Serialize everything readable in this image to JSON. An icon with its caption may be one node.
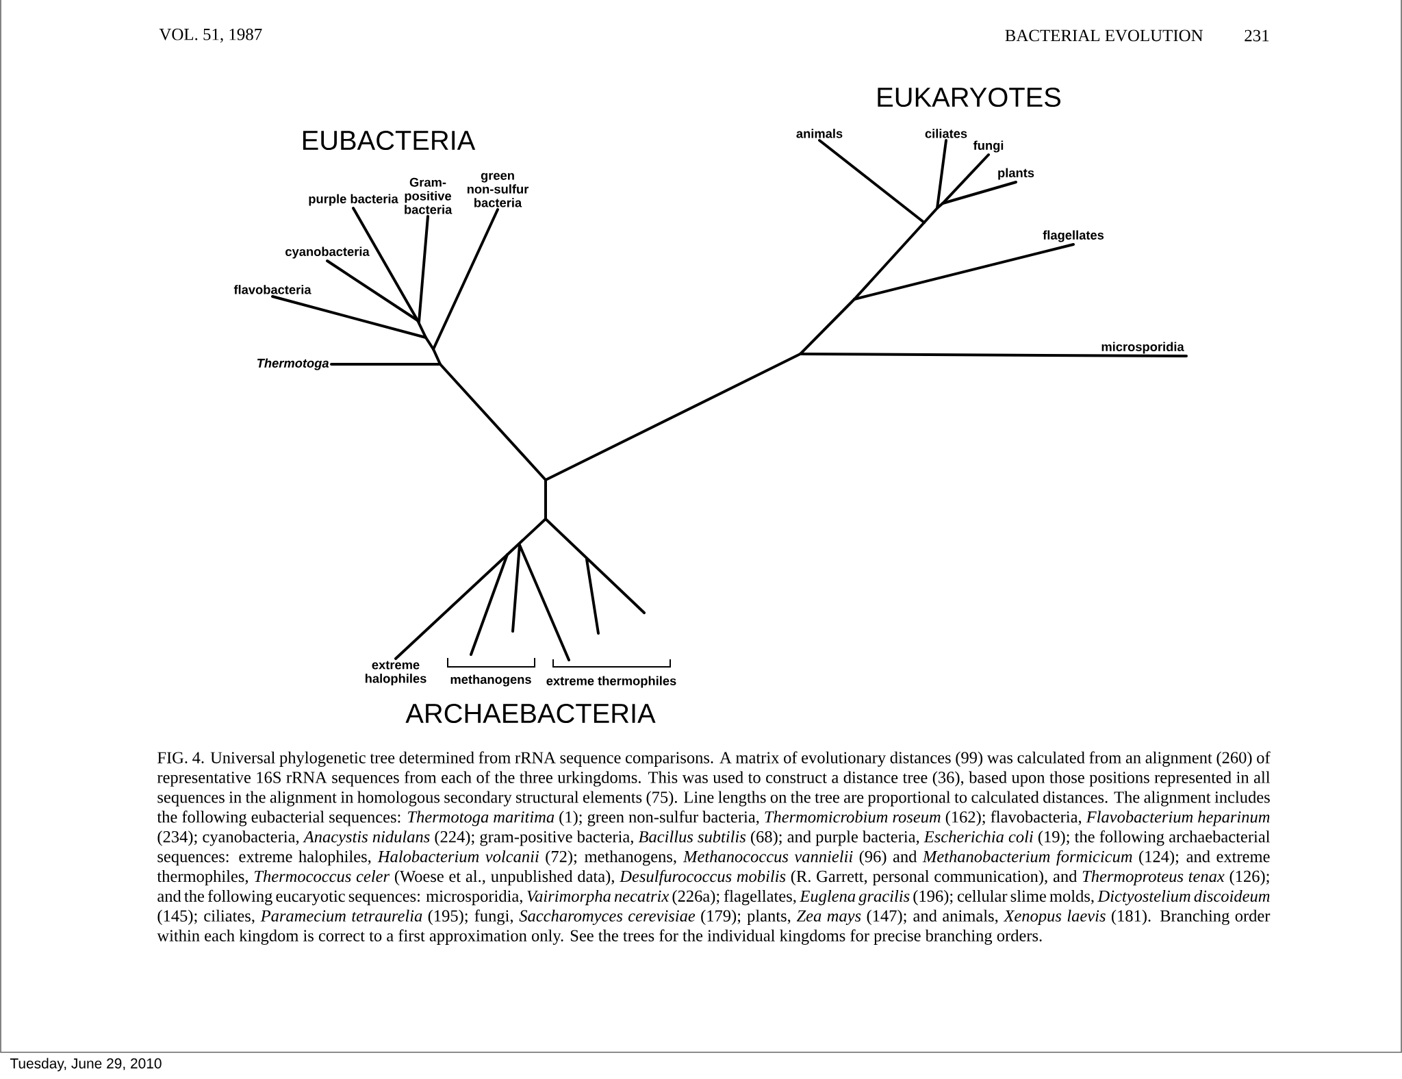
{
  "diagram": {
    "caption": "FIG. 4. Universal phylogenetic tree determined from rRNA sequence comparisons. A matrix of evolutionary distances (99) was calculated from an alignment (260) of representative 16S rRNA sequences from each of the three urkingdoms. This was used to construct a distance tree (36), based upon those positions represented in all sequences in the alignment in homologous secondary structural elements (75). Line lengths on the tree are proportional to calculated distances. The alignment includes the following eubacterial sequences: *Thermotoga maritima* (1); green non-sulfur bacteria, *Thermomicrobium roseum* (162); flavobacteria, *Flavobacterium heparinum* (234); cyanobacteria, *Anacystis nidulans* (224); gram-positive bacteria, *Bacillus subtilis* (68); and purple bacteria, *Escherichia coli* (19); the following archaebacterial sequences: extreme halophiles, *Halobacterium volcanii* (72); methanogens, *Methanococcus vannielii* (96) and *Methanobacterium formicicum* (124); and extreme thermophiles, *Thermococcus celer* (Woese et al., unpublished data), *Desulfurococcus mobilis* (R. Garrett, personal communication), and *Thermoproteus tenax* (126); and the following eucaryotic sequences: microsporidia, *Vairimorpha necatrix* (226a); flagellates, *Euglena gracilis* (196); cellular slime molds, *Dictyostelium discoideum* (145); ciliates, *Paramecium tetraurelia* (195); fungi, *Saccharomyces cerevisiae* (179); plants, *Zea mays* (147); and animals, *Xenopus laevis* (181). Branching order within each kingdom is correct to a first approximation only. See the trees for the individual kingdoms for precise branching orders.",
    "nodes": [
      {
        "text": [
          "Thermotoga"
        ]
      },
      {
        "text": [
          "flavobacteria"
        ]
      },
      {
        "text": [
          "cyanobacteria"
        ]
      },
      {
        "text": [
          "purple bacteria"
        ]
      },
      {
        "text": [
          "Gram-positive bacteria"
        ]
      },
      {
        "text": [
          "green non-sulfur bacteria"
        ]
      },
      {
        "text": [
          "animals"
        ]
      },
      {
        "text": [
          "ciliates"
        ]
      },
      {
        "text": [
          "fungi"
        ]
      },
      {
        "text": [
          "plants"
        ]
      },
      {
        "text": [
          "flagellates"
        ]
      },
      {
        "text": [
          "microsporidia"
        ]
      },
      {
        "text": [
          "extreme halophiles"
        ]
      }
    ],
    "edges": [
      {
        "from": null,
        "to": 0,
        "arrow": "none"
      },
      {
        "from": null,
        "to": 1,
        "arrow": "none"
      },
      {
        "from": null,
        "to": 2,
        "arrow": "none"
      },
      {
        "from": null,
        "to": 3,
        "arrow": "none"
      },
      {
        "from": null,
        "to": 4,
        "arrow": "none"
      },
      {
        "from": null,
        "to": 5,
        "arrow": "none"
      },
      {
        "from": null,
        "to": 6,
        "arrow": "none"
      },
      {
        "from": null,
        "to": 7,
        "arrow": "none"
      },
      {
        "from": null,
        "to": 8,
        "arrow": "none"
      },
      {
        "from": null,
        "to": 9,
        "arrow": "none"
      },
      {
        "from": null,
        "to": 10,
        "arrow": "none"
      },
      {
        "from": null,
        "to": 11,
        "arrow": "none"
      },
      {
        "from": null,
        "to": 12,
        "arrow": "none"
      }
    ],
    "labels": [
      "VOL. 51, 1987",
      "BACTERIAL EVOLUTION",
      "231",
      "EUBACTERIA",
      "EUKARYOTES",
      "methanogens",
      "extreme thermophiles",
      "ARCHAEBACTERIA",
      "Tuesday, June 29, 2010"
    ]
  }
}
